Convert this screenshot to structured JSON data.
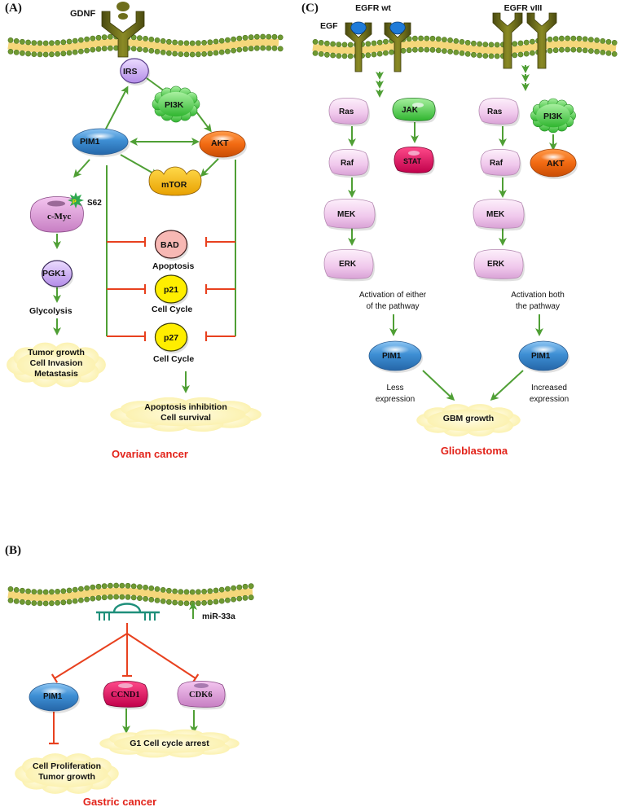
{
  "panel_a": {
    "label": "(A)",
    "ligand": "GDNF",
    "nodes": {
      "irs": "IRS",
      "pi3k": "PI3K",
      "pim1": "PIM1",
      "akt": "AKT",
      "mtor": "mTOR",
      "cmyc": "c-Myc",
      "phospho": "P",
      "site": "S62",
      "pgk1": "PGK1",
      "bad": "BAD",
      "p21": "p21",
      "p27": "p27"
    },
    "labels": {
      "glycolysis": "Glycolysis",
      "apoptosis": "Apoptosis",
      "cell_cycle_1": "Cell Cycle",
      "cell_cycle_2": "Cell Cycle"
    },
    "outcome_left": [
      "Tumor growth",
      "Cell Invasion",
      "Metastasis"
    ],
    "outcome_right": [
      "Apoptosis inhibition",
      "Cell survival"
    ],
    "title": "Ovarian cancer"
  },
  "panel_b": {
    "label": "(B)",
    "mirna": "miR-33a",
    "nodes": {
      "pim1": "PIM1",
      "ccnd1": "CCND1",
      "cdk6": "CDK6"
    },
    "outcome_left": [
      "Cell Proliferation",
      "Tumor growth"
    ],
    "outcome_right": [
      "G1 Cell cycle arrest"
    ],
    "title": "Gastric cancer"
  },
  "panel_c": {
    "label": "(C)",
    "egf": "EGF",
    "receptor_wt": "EGFR wt",
    "receptor_viii": "EGFR vIII",
    "left_nodes": {
      "ras": "Ras",
      "raf": "Raf",
      "mek": "MEK",
      "erk": "ERK",
      "jak": "JAK",
      "stat": "STAT"
    },
    "right_nodes": {
      "ras": "Ras",
      "raf": "Raf",
      "mek": "MEK",
      "erk": "ERK",
      "pi3k": "PI3K",
      "akt": "AKT"
    },
    "activation_left": [
      "Activation of either",
      "of the pathway"
    ],
    "activation_right": [
      "Activation both",
      "the pathway"
    ],
    "pim1_left": "PIM1",
    "pim1_right": "PIM1",
    "expression_left": [
      "Less",
      "expression"
    ],
    "expression_right": [
      "Increased",
      "expression"
    ],
    "outcome": "GBM growth",
    "title": "Glioblastoma"
  },
  "colors": {
    "activation_arrow": "#4f9f35",
    "inhibition": "#e8411f",
    "title_red": "#e2231a",
    "membrane_bead": "#6f9a32",
    "membrane_core": "#f5d77a",
    "pim1_blue": "#3e8fd4",
    "akt_orange": "#f26a12",
    "pi3k_green": "#3ec23e",
    "mtor_yellow": "#f2b80e",
    "cmyc_pink": "#d99ad6",
    "pgk1_lavender": "#c9a6f0",
    "ccnd1_crimson": "#df0a5a",
    "outcome_cloud": "#fdf6bf"
  }
}
